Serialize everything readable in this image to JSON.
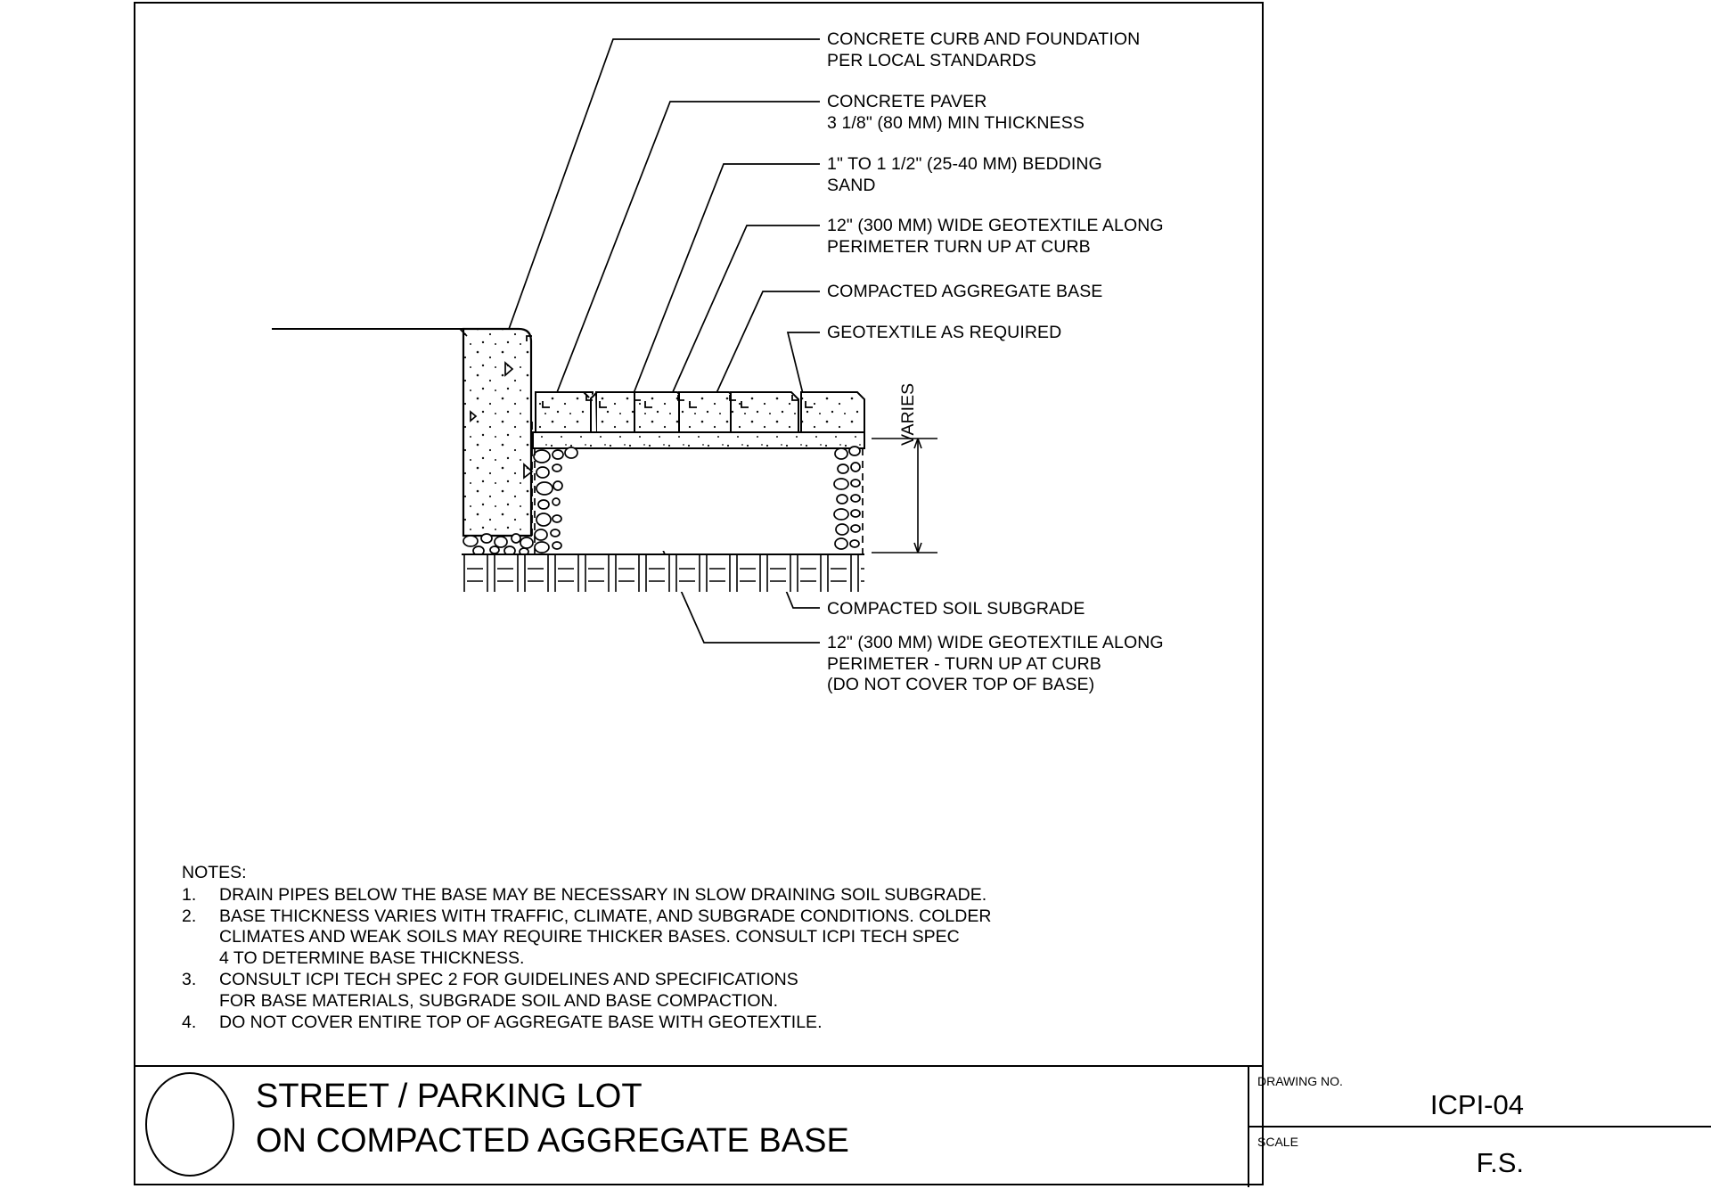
{
  "sheet": {
    "bg": "#ffffff",
    "line_color": "#000000"
  },
  "callouts": [
    {
      "id": "concrete-curb-and-foundation",
      "text": "CONCRETE CURB AND FOUNDATION\nPER LOCAL STANDARDS"
    },
    {
      "id": "concrete-paver",
      "text": "CONCRETE PAVER\n3 1/8\" (80 MM) MIN THICKNESS"
    },
    {
      "id": "bedding-sand",
      "text": "1\" TO 1 1/2\" (25-40 MM) BEDDING\nSAND"
    },
    {
      "id": "geotextile-perimeter-top",
      "text": "12\" (300 MM) WIDE GEOTEXTILE ALONG\nPERIMETER TURN UP AT CURB"
    },
    {
      "id": "compacted-aggregate-base",
      "text": "COMPACTED AGGREGATE BASE"
    },
    {
      "id": "geotextile-as-required",
      "text": "GEOTEXTILE AS REQUIRED"
    },
    {
      "id": "compacted-soil-subgrade",
      "text": "COMPACTED SOIL SUBGRADE"
    },
    {
      "id": "geotextile-perimeter-bottom",
      "text": "12\" (300 MM) WIDE GEOTEXTILE ALONG\nPERIMETER - TURN UP AT CURB\n(DO NOT COVER TOP OF BASE)"
    }
  ],
  "dimension": {
    "varies_label": "VARIES"
  },
  "notes": {
    "heading": "NOTES:",
    "items": [
      {
        "num": "1.",
        "text": "DRAIN PIPES BELOW THE BASE MAY BE NECESSARY IN SLOW DRAINING SOIL SUBGRADE."
      },
      {
        "num": "2.",
        "text": "BASE THICKNESS VARIES WITH TRAFFIC, CLIMATE, AND SUBGRADE CONDITIONS.  COLDER\nCLIMATES AND WEAK SOILS MAY REQUIRE THICKER BASES.  CONSULT ICPI TECH SPEC\n4 TO DETERMINE BASE THICKNESS."
      },
      {
        "num": "3.",
        "text": "CONSULT ICPI TECH SPEC 2 FOR GUIDELINES AND SPECIFICATIONS\nFOR BASE MATERIALS, SUBGRADE SOIL AND BASE COMPACTION."
      },
      {
        "num": "4.",
        "text": "DO NOT COVER ENTIRE TOP OF AGGREGATE BASE WITH GEOTEXTILE."
      }
    ]
  },
  "title_block": {
    "title": "STREET / PARKING LOT\nON COMPACTED AGGREGATE BASE",
    "drawing_no_label": "DRAWING NO.",
    "drawing_no_value": "ICPI-04",
    "scale_label": "SCALE",
    "scale_value": "F.S."
  }
}
